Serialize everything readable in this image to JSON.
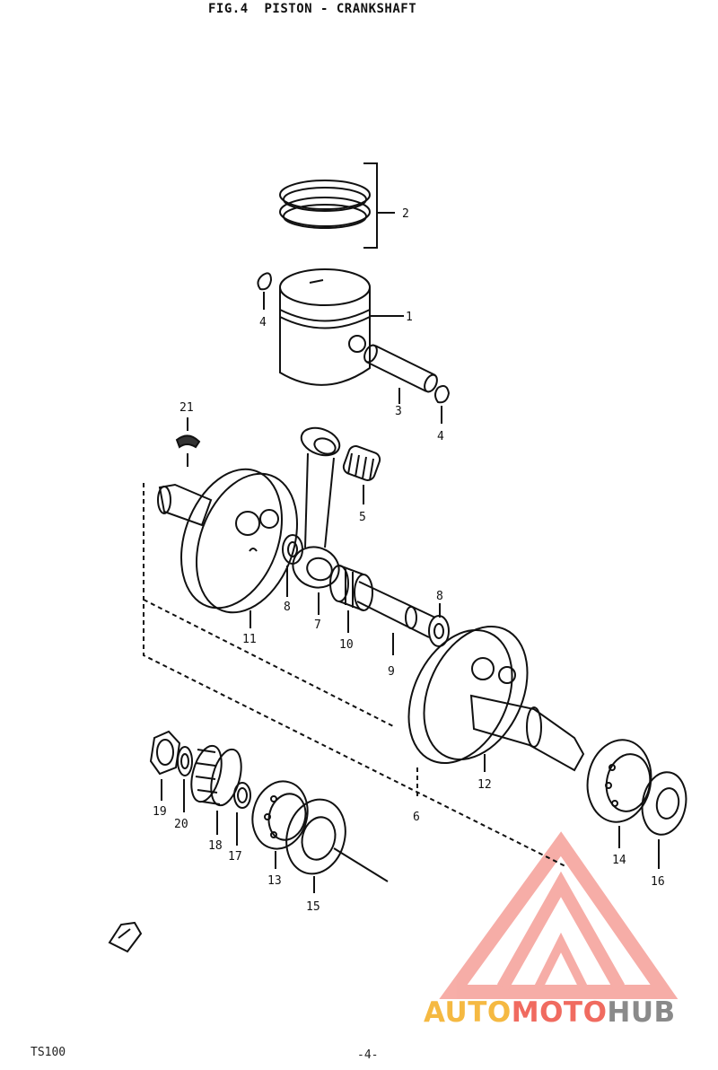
{
  "header": {
    "title": "FIG.4  PISTON - CRANKSHAFT"
  },
  "callouts": [
    {
      "id": "c-2",
      "label": "2"
    },
    {
      "id": "c-1",
      "label": "1"
    },
    {
      "id": "c-4a",
      "label": "4"
    },
    {
      "id": "c-3",
      "label": "3"
    },
    {
      "id": "c-4b",
      "label": "4"
    },
    {
      "id": "c-21",
      "label": "21"
    },
    {
      "id": "c-5",
      "label": "5"
    },
    {
      "id": "c-8a",
      "label": "8"
    },
    {
      "id": "c-7",
      "label": "7"
    },
    {
      "id": "c-10",
      "label": "10"
    },
    {
      "id": "c-8b",
      "label": "8"
    },
    {
      "id": "c-9",
      "label": "9"
    },
    {
      "id": "c-11",
      "label": "11"
    },
    {
      "id": "c-12",
      "label": "12"
    },
    {
      "id": "c-6",
      "label": "6"
    },
    {
      "id": "c-19",
      "label": "19"
    },
    {
      "id": "c-20",
      "label": "20"
    },
    {
      "id": "c-18",
      "label": "18"
    },
    {
      "id": "c-17",
      "label": "17"
    },
    {
      "id": "c-13",
      "label": "13"
    },
    {
      "id": "c-15",
      "label": "15"
    },
    {
      "id": "c-14",
      "label": "14"
    },
    {
      "id": "c-16",
      "label": "16"
    }
  ],
  "footer": {
    "model": "TS100",
    "page": "-4-"
  },
  "watermark": {
    "part1": "AUTO",
    "part2": "MOTO",
    "part3": "HUB",
    "colors": {
      "auto": "#f5b942",
      "moto": "#f06b60",
      "hub": "#8a8a8a"
    }
  }
}
